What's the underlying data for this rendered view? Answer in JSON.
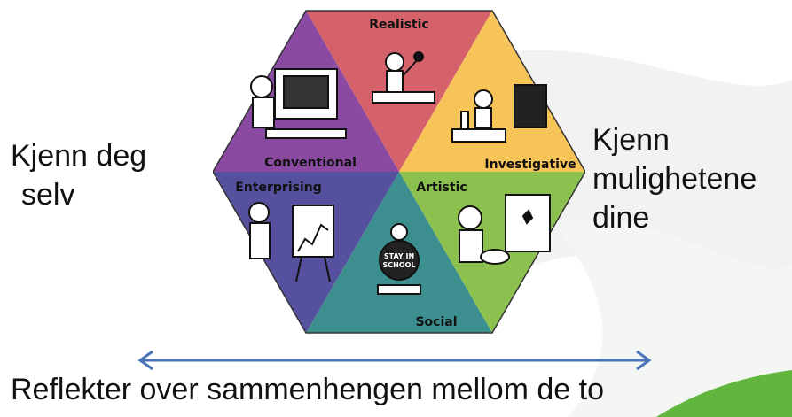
{
  "left_text": [
    "Kjenn deg",
    "selv"
  ],
  "right_text": [
    "Kjenn",
    "mulighetene",
    "dine"
  ],
  "bottom_text": "Reflekter over sammenhengen mellom de to",
  "hexagon": {
    "segments": [
      {
        "label": "Realistic",
        "color": "#d5626a"
      },
      {
        "label": "Investigative",
        "color": "#f7c45a"
      },
      {
        "label": "Artistic",
        "color": "#8cc14f"
      },
      {
        "label": "Social",
        "color": "#3d8f8f"
      },
      {
        "label": "Enterprising",
        "color": "#55519f"
      },
      {
        "label": "Conventional",
        "color": "#8a4aa2"
      }
    ]
  },
  "arrow_color": "#4a74b8",
  "accent_green": "#62b63e"
}
